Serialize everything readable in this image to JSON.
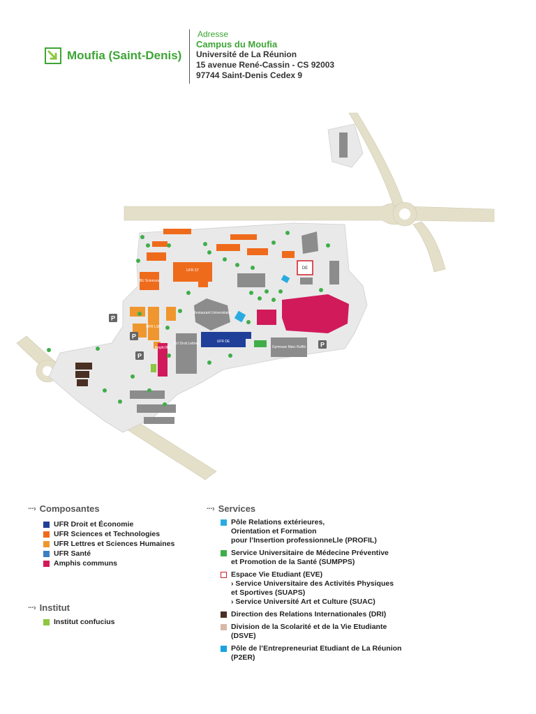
{
  "header": {
    "campus_name": "Moufia (Saint-Denis)",
    "address_label": "Adresse",
    "address_campus": "Campus du Moufia",
    "address_lines": [
      "Université de La Réunion",
      "15 avenue René-Cassin - CS 92003",
      "97744 Saint-Denis Cedex 9"
    ]
  },
  "map": {
    "labels": {
      "bu_sciences": "BU Sciences",
      "ufr_st": "UFR ST",
      "restaurant": "Restaurant Universitaire",
      "ufr_de": "UFR DE",
      "ufr_lsh": "UFR LSH",
      "bu_droit": "BU Droit Lettres",
      "amphi_bio": "Amphi Bio",
      "gymnase": "Gymnase Marc Ruffié",
      "de_box": "DE",
      "parking": "P"
    },
    "colors": {
      "ufr_de": "#1f3f99",
      "ufr_st": "#ef6b1c",
      "ufr_lsh": "#f0962e",
      "ufr_sante": "#3b7ec2",
      "amphis": "#d11a5a",
      "institut": "#8dc63f",
      "road": "#e4dfc9",
      "campus": "#e9e9e9",
      "building": "#8c8c8c",
      "tree": "#3fae49"
    }
  },
  "composantes": {
    "title": "Composantes",
    "items": [
      {
        "label": "UFR Droit et Économie",
        "color": "#1f3f99"
      },
      {
        "label": "UFR Sciences et Technologies",
        "color": "#ef6b1c"
      },
      {
        "label": "UFR Lettres et Sciences Humaines",
        "color": "#f0962e"
      },
      {
        "label": "UFR Santé",
        "color": "#3b7ec2"
      },
      {
        "label": "Amphis communs",
        "color": "#d11a5a"
      }
    ]
  },
  "institut": {
    "title": "Institut",
    "items": [
      {
        "label": "Institut confucius",
        "color": "#8dc63f"
      }
    ]
  },
  "services": {
    "title": "Services",
    "items": [
      {
        "label": "Pôle Relations extérieures,\nOrientation et Formation\npour l’Insertion professionneLle (PROFIL)",
        "color": "#29abe2",
        "style": "fill"
      },
      {
        "label": "Service Universitaire de Médecine Préventive\net Promotion de la Santé (SUMPPS)",
        "color": "#3fae49",
        "style": "fill"
      },
      {
        "label": "Espace Vie Etudiant (EVE)\n› Service Universitaire des Activités Physiques\net Sportives (SUAPS)\n› Service Université Art et Culture (SUAC)",
        "color": "#d11a2a",
        "style": "outline"
      },
      {
        "label": "Direction des Relations Internationales (DRI)",
        "color": "#4a2f24",
        "style": "fill"
      },
      {
        "label": "Division de la Scolarité et de la Vie Etudiante\n(DSVE)",
        "color": "#d9b8a8",
        "style": "fill"
      },
      {
        "label": "Pôle de l’Entrepreneuriat Etudiant de La Réunion\n(P2ER)",
        "color": "#1aa3e0",
        "style": "fill"
      }
    ]
  }
}
